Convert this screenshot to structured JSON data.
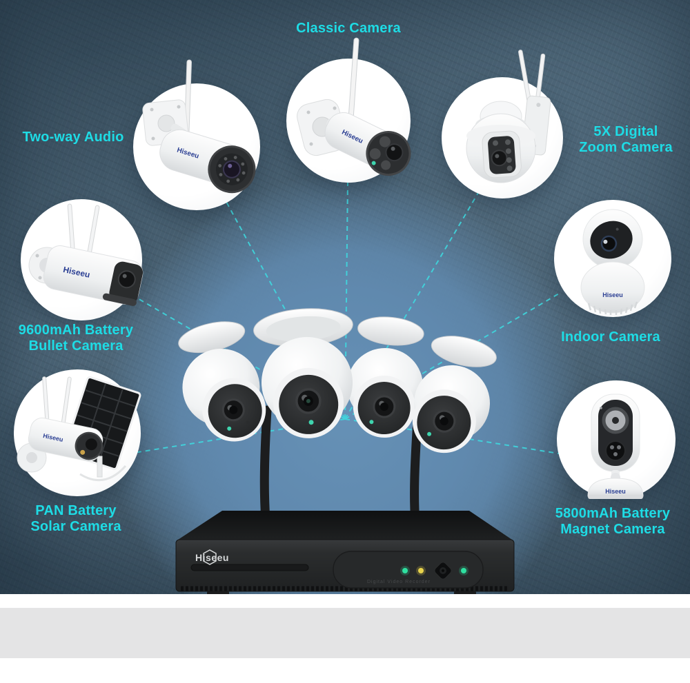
{
  "brand": "Hiseeu",
  "colors": {
    "accent_cyan": "#1edce5",
    "chalk_background": "#4d6678",
    "halo_blue": "#6089ae",
    "nvr_black": "#232526",
    "gray_bar": "#e4e4e5",
    "led_green": "#2fe0a0",
    "led_yellow": "#e8d34c"
  },
  "cameras": {
    "classic": {
      "line1": "Classic Camera"
    },
    "two_way": {
      "line1": "Two-way Audio"
    },
    "zoom5x": {
      "line1": "5X Digital",
      "line2": "Zoom Camera"
    },
    "battery_bullet": {
      "line1": "9600mAh Battery",
      "line2": "Bullet Camera"
    },
    "indoor": {
      "line1": "Indoor Camera"
    },
    "solar": {
      "line1": "PAN Battery",
      "line2": "Solar Camera"
    },
    "magnet": {
      "line1": "5800mAh Battery",
      "line2": "Magnet Camera"
    }
  },
  "hub": {
    "panel_text": "Digital Video Recorder",
    "leds": [
      {
        "name": "power-led",
        "color": "#2fe0a0"
      },
      {
        "name": "hdd-led",
        "color": "#e8d34c"
      },
      {
        "name": "net-led",
        "color": "#2fe0a0"
      }
    ]
  }
}
